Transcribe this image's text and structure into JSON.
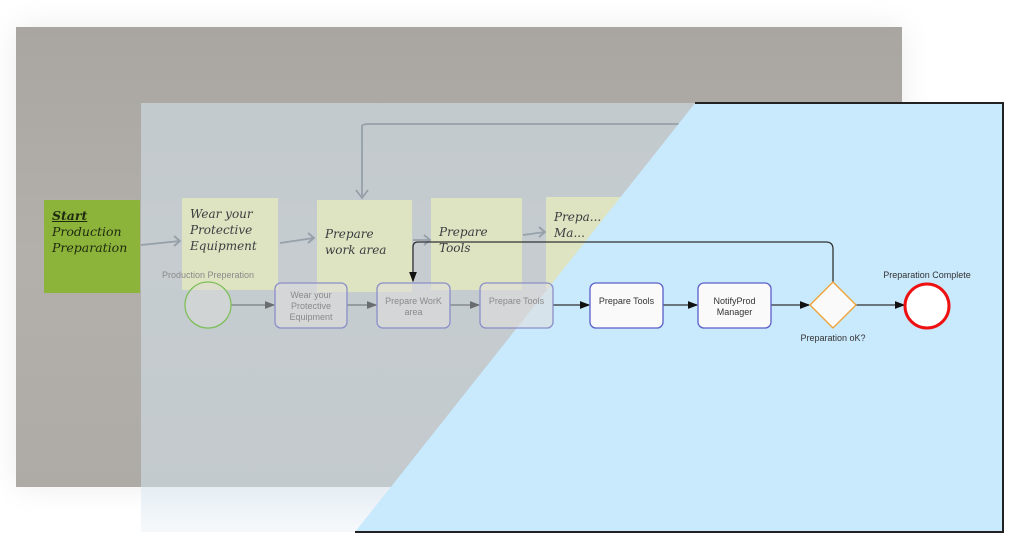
{
  "photo_notes": {
    "start": [
      "Start",
      "Production",
      "Preparation"
    ],
    "wear": "Wear your Protective Equipment",
    "prepare_work_area": "Prepare work area",
    "prepare_tools": "Prepare Tools",
    "prepare_manager": "Prepa... Ma..."
  },
  "diagram": {
    "pool_label": "Production Preperation",
    "tasks": [
      {
        "label": "Wear your Protective Equipment"
      },
      {
        "label": "Prepare WorK area"
      },
      {
        "label": "Prepare Tools"
      },
      {
        "label": "Prepare Tools"
      },
      {
        "label": "NotifyProd Manager"
      }
    ],
    "gateway_label": "Preparation oK?",
    "end_label": "Preparation Complete"
  },
  "colors": {
    "overlay": "#c9e9fd",
    "task_border": "#5a5fc8",
    "gateway": "#f0a030",
    "end_event": "#ee1111",
    "start_event": "#7fbf5a"
  }
}
